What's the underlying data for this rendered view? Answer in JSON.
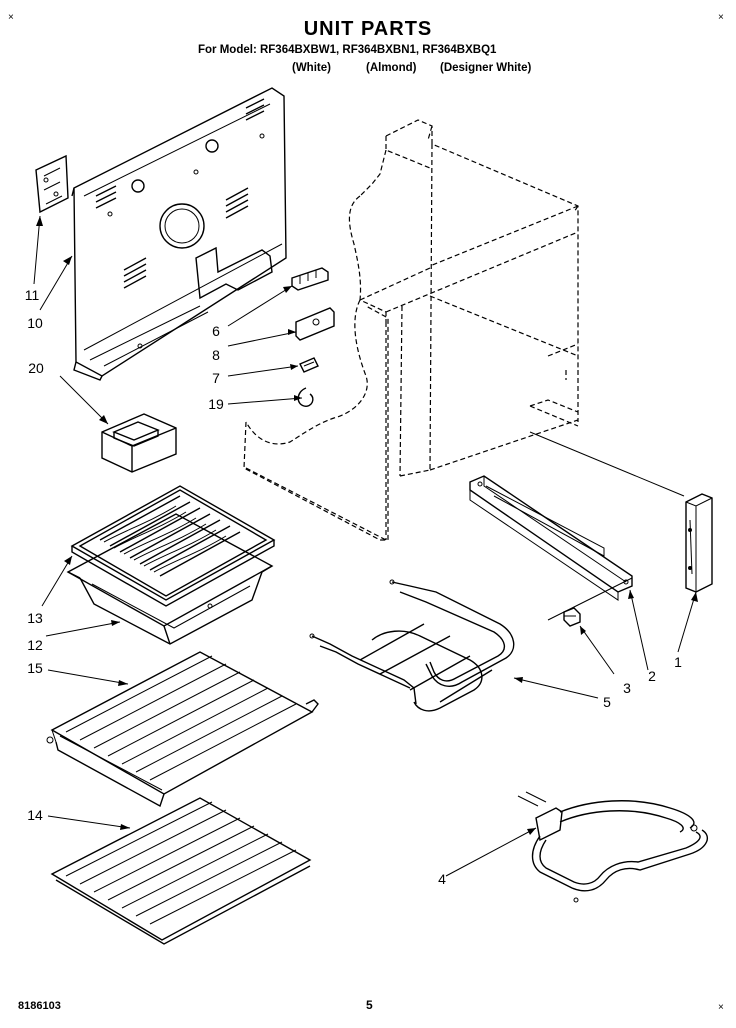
{
  "title": "UNIT PARTS",
  "models_line": "For Model: RF364BXBW1, RF364BXBN1, RF364BXBQ1",
  "variants": [
    "(White)",
    "(Almond)",
    "(Designer White)"
  ],
  "callouts": [
    "11",
    "10",
    "6",
    "8",
    "7",
    "19",
    "20",
    "13",
    "12",
    "15",
    "14",
    "1",
    "2",
    "3",
    "5",
    "4"
  ],
  "footer": {
    "doc_number": "8186103",
    "page_number": "5"
  },
  "corner_mark": "×"
}
